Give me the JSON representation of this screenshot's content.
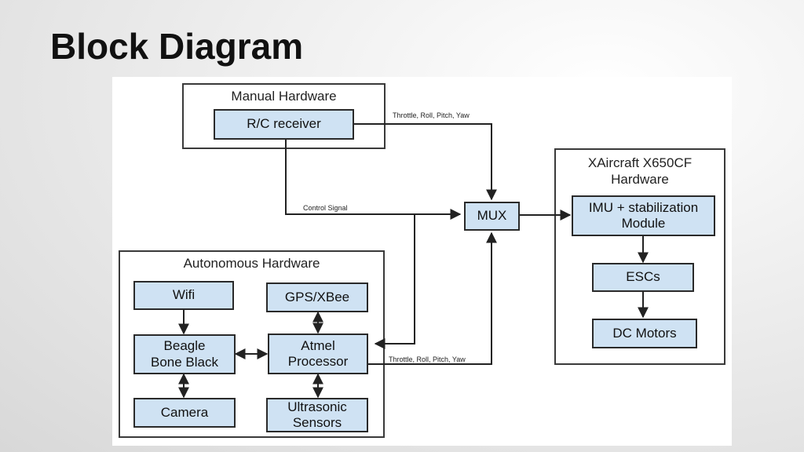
{
  "slide": {
    "title": "Block Diagram"
  },
  "groups": {
    "manual": "Manual Hardware",
    "autonomous": "Autonomous Hardware",
    "xaircraft": "XAircraft X650CF\nHardware"
  },
  "blocks": {
    "rc_receiver": "R/C receiver",
    "mux": "MUX",
    "imu": "IMU + stabilization\nModule",
    "escs": "ESCs",
    "dc_motors": "DC Motors",
    "wifi": "Wifi",
    "gps_xbee": "GPS/XBee",
    "beagle_bone_black": "Beagle\nBone Black",
    "atmel_processor": "Atmel\nProcessor",
    "camera": "Camera",
    "ultrasonic_sensors": "Ultrasonic\nSensors"
  },
  "edges": {
    "rc_to_mux_label": "Throttle, Roll, Pitch, Yaw",
    "control_signal_label": "Control Signal",
    "atmel_to_mux_label": "Throttle, Roll, Pitch, Yaw"
  },
  "colors": {
    "block_fill": "#cfe2f3",
    "block_border": "#2a2a2a",
    "line": "#222222"
  }
}
